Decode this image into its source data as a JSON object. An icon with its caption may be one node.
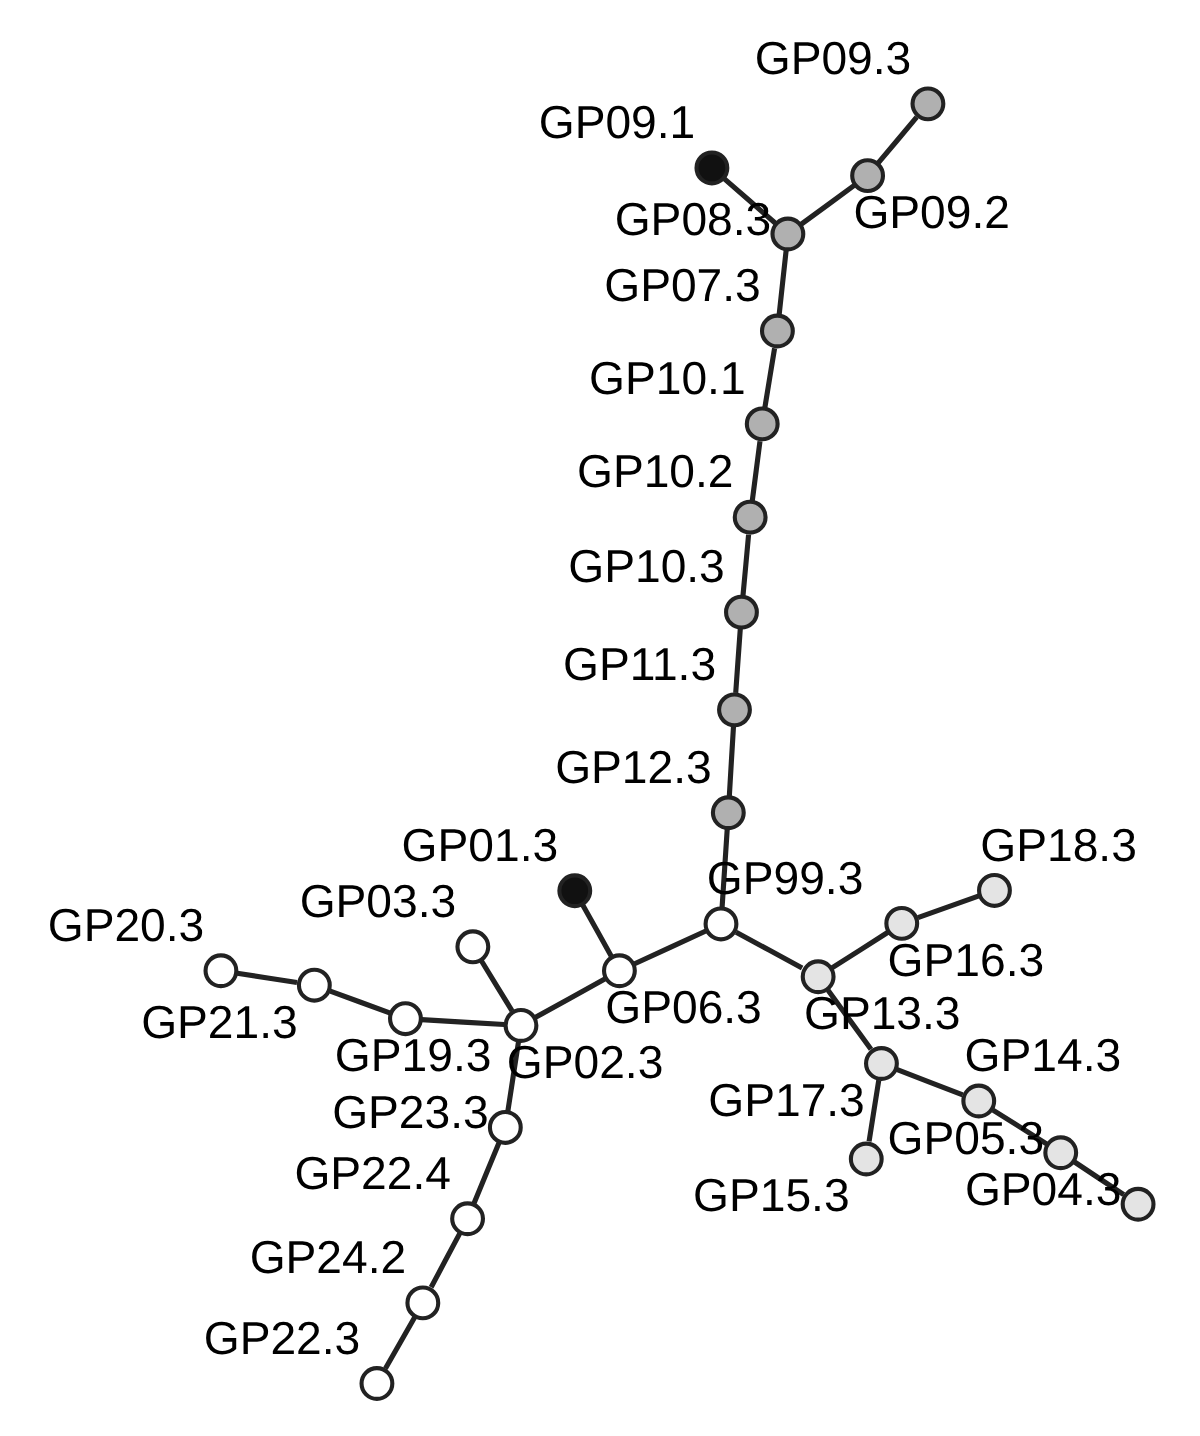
{
  "diagram": {
    "nodes": [
      {
        "text": [],
        "shape": "circle",
        "beside": [
          "GP20.3"
        ]
      },
      {
        "text": [],
        "shape": "circle",
        "beside": [
          "GP21.3"
        ]
      },
      {
        "text": [],
        "shape": "circle",
        "beside": [
          "GP19.3"
        ]
      },
      {
        "text": [],
        "shape": "circle",
        "beside": [
          "GP03.3"
        ]
      },
      {
        "text": [],
        "shape": "circle",
        "beside": [
          "GP04.3"
        ]
      },
      {
        "text": [],
        "shape": "circle",
        "beside": [
          "GP22.3"
        ]
      },
      {
        "text": [],
        "shape": "circle",
        "beside": [
          "GP05.3"
        ]
      },
      {
        "text": [],
        "shape": "circle",
        "beside": [
          "GP02.3"
        ]
      },
      {
        "text": [],
        "shape": "circle",
        "beside": [
          "GP23.3"
        ]
      },
      {
        "text": [],
        "shape": "circle",
        "beside": [
          "GP24.2"
        ]
      },
      {
        "text": [],
        "shape": "circle",
        "beside": [
          "GP22.4"
        ]
      },
      {
        "text": [],
        "shape": "circle",
        "beside": [
          "GP01.3"
        ]
      },
      {
        "text": [],
        "shape": "circle",
        "beside": [
          "GP14.3"
        ]
      },
      {
        "text": [],
        "shape": "circle",
        "beside": [
          "GP06.3"
        ]
      },
      {
        "text": [],
        "shape": "circle",
        "beside": [
          "GP17.3"
        ]
      },
      {
        "text": [],
        "shape": "circle",
        "beside": [
          "GP15.3"
        ]
      },
      {
        "text": [],
        "shape": "circle",
        "beside": [
          "GP13.3"
        ]
      },
      {
        "text": [],
        "shape": "circle",
        "beside": [
          "GP99.3"
        ]
      },
      {
        "text": [],
        "shape": "circle",
        "beside": [
          "GP16.3"
        ]
      },
      {
        "text": [],
        "shape": "circle",
        "beside": [
          "GP18.3"
        ]
      },
      {
        "text": [],
        "shape": "circle",
        "beside": [
          "GP12.3"
        ]
      },
      {
        "text": [],
        "shape": "circle",
        "beside": [
          "GP11.3"
        ]
      },
      {
        "text": [],
        "shape": "circle",
        "beside": [
          "GP10.3"
        ]
      },
      {
        "text": [],
        "shape": "circle",
        "beside": [
          "GP10.2"
        ]
      },
      {
        "text": [],
        "shape": "circle",
        "beside": [
          "GP10.1"
        ]
      },
      {
        "text": [],
        "shape": "circle",
        "beside": [
          "GP07.3"
        ]
      },
      {
        "text": [],
        "shape": "circle",
        "beside": [
          "GP08.3"
        ]
      },
      {
        "text": [],
        "shape": "circle",
        "beside": [
          "GP09.1"
        ]
      },
      {
        "text": [],
        "shape": "circle",
        "beside": [
          "GP09.2"
        ]
      },
      {
        "text": [],
        "shape": "circle",
        "beside": [
          "GP09.3"
        ]
      }
    ],
    "edges": [
      {
        "from": 0,
        "to": 1,
        "arrow": "none"
      },
      {
        "from": 1,
        "to": 2,
        "arrow": "none"
      },
      {
        "from": 2,
        "to": 7,
        "arrow": "none"
      },
      {
        "from": 3,
        "to": 7,
        "arrow": "none"
      },
      {
        "from": 7,
        "to": 8,
        "arrow": "none"
      },
      {
        "from": 8,
        "to": 10,
        "arrow": "none"
      },
      {
        "from": 10,
        "to": 9,
        "arrow": "none"
      },
      {
        "from": 9,
        "to": 5,
        "arrow": "none"
      },
      {
        "from": 7,
        "to": 13,
        "arrow": "none"
      },
      {
        "from": 11,
        "to": 13,
        "arrow": "none"
      },
      {
        "from": 13,
        "to": 17,
        "arrow": "none"
      },
      {
        "from": 17,
        "to": 16,
        "arrow": "none"
      },
      {
        "from": 16,
        "to": 14,
        "arrow": "none"
      },
      {
        "from": 14,
        "to": 12,
        "arrow": "none"
      },
      {
        "from": 12,
        "to": 6,
        "arrow": "none"
      },
      {
        "from": 6,
        "to": 4,
        "arrow": "none"
      },
      {
        "from": 14,
        "to": 15,
        "arrow": "none"
      },
      {
        "from": 16,
        "to": 18,
        "arrow": "none"
      },
      {
        "from": 18,
        "to": 19,
        "arrow": "none"
      },
      {
        "from": 17,
        "to": 20,
        "arrow": "none"
      },
      {
        "from": 20,
        "to": 21,
        "arrow": "none"
      },
      {
        "from": 21,
        "to": 22,
        "arrow": "none"
      },
      {
        "from": 22,
        "to": 23,
        "arrow": "none"
      },
      {
        "from": 23,
        "to": 24,
        "arrow": "none"
      },
      {
        "from": 24,
        "to": 25,
        "arrow": "none"
      },
      {
        "from": 25,
        "to": 26,
        "arrow": "none"
      },
      {
        "from": 26,
        "to": 27,
        "arrow": "none"
      },
      {
        "from": 26,
        "to": 28,
        "arrow": "none"
      },
      {
        "from": 28,
        "to": 29,
        "arrow": "none"
      }
    ]
  }
}
